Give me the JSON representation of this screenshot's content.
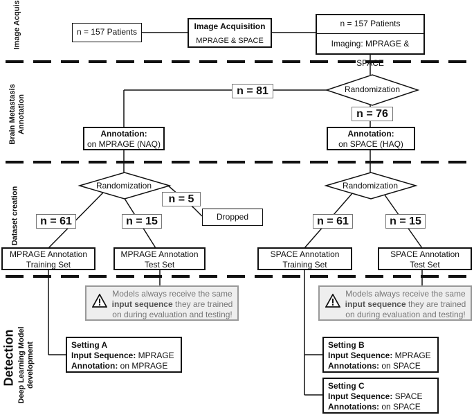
{
  "sections": {
    "acquisition": "Image Acquisition",
    "annotation": "Brain Metastasis Annotation",
    "dataset": "Dataset creation",
    "detection": "Detection",
    "dl": "Deep Learning Model development"
  },
  "acq": {
    "patients_left": "n = 157 Patients",
    "center_title": "Image Acquisition",
    "center_sub": "MPRAGE & SPACE",
    "right_top": "n = 157 Patients",
    "right_bottom": "Imaging:  MPRAGE & SPACE"
  },
  "annot": {
    "randomization": "Randomization",
    "n_left": "n = 81",
    "n_right": "n = 76",
    "left_title": "Annotation:",
    "left_sub": "on MPRAGE (NAQ)",
    "right_title": "Annotation:",
    "right_sub": "on SPACE (HAQ)"
  },
  "dataset": {
    "rand_left": "Randomization",
    "rand_right": "Randomization",
    "n61_left": "n = 61",
    "n15_left": "n = 15",
    "n5": "n = 5",
    "dropped": "Dropped",
    "n61_right": "n = 61",
    "n15_right": "n = 15",
    "mprage_train_1": "MPRAGE Annotation",
    "mprage_train_2": "Training Set",
    "mprage_test_1": "MPRAGE Annotation",
    "mprage_test_2": "Test Set",
    "space_train_1": "SPACE Annotation",
    "space_train_2": "Training Set",
    "space_test_1": "SPACE Annotation",
    "space_test_2": "Test Set"
  },
  "notes": {
    "part1": "Models always receive the same",
    "bold": "input sequence",
    "part2": " they are trained",
    "part3": "on during evaluation and testing!"
  },
  "settings": {
    "a": {
      "title": "Setting A",
      "seq_label": "Input Sequence:",
      "seq": " MPRAGE",
      "ann_label": "Annotation:",
      "ann": " on MPRAGE"
    },
    "b": {
      "title": "Setting B",
      "seq_label": "Input Sequence:",
      "seq": " MPRAGE",
      "ann_label": "Annotations:",
      "ann": " on SPACE"
    },
    "c": {
      "title": "Setting C",
      "seq_label": "Input Sequence:",
      "seq": " SPACE",
      "ann_label": "Annotations:",
      "ann": " on SPACE"
    }
  },
  "colors": {
    "line": "#111111",
    "note_bg": "#eeeeee",
    "note_text": "#777777",
    "count_border": "#777777"
  },
  "icons": [
    "warning-icon"
  ]
}
